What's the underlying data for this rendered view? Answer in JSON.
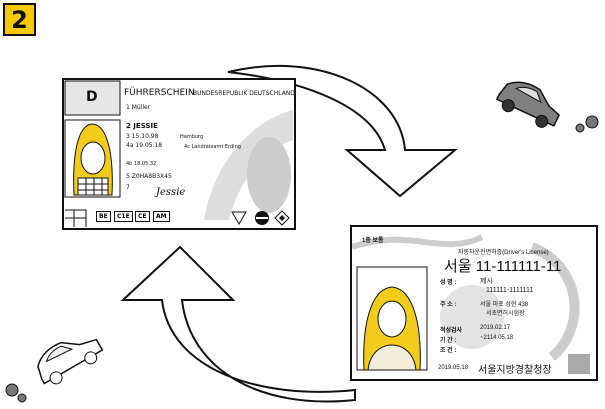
{
  "step_number": "2",
  "german_license": {
    "country_code": "D",
    "title": "FÜHRERSCHEIN",
    "subtitle": "BUNDESREPUBLIK DEUTSCHLAND",
    "field_1": "1 Müller",
    "field_2": "2 JESSIE",
    "field_3": "3 15.10.98",
    "birthplace": "Hamburg",
    "field_4a": "4a 19.05.18",
    "authority": "4c Landratsamt Erding",
    "field_4b": "4b 18.05.32",
    "field_5": "5 Z0HA8B3X45",
    "field_7": "7",
    "signature": "Jessie",
    "categories": [
      "BE",
      "C1E",
      "CE",
      "AM"
    ]
  },
  "korean_license": {
    "type": "1종 보통",
    "title": "자동차운전면허증(Driver's License)",
    "number": "서울 11-111111-11",
    "name_label": "성  명 :",
    "name": "제시",
    "id_number": "111111-1111111",
    "address_label": "주  소 :",
    "address_line1": "서울 마포 성현 438",
    "address_line2": "서초면허시험장",
    "test_label": "적성검사",
    "test_date": "2019.02.17",
    "period_label": "기  간 :",
    "period": "~2114.05.18",
    "conditions_label": "조  건 :",
    "issue_date": "2019.05.18",
    "issuer": "서울지방경찰청장"
  },
  "colors": {
    "accent": "#f5c800",
    "car": "#808080"
  }
}
